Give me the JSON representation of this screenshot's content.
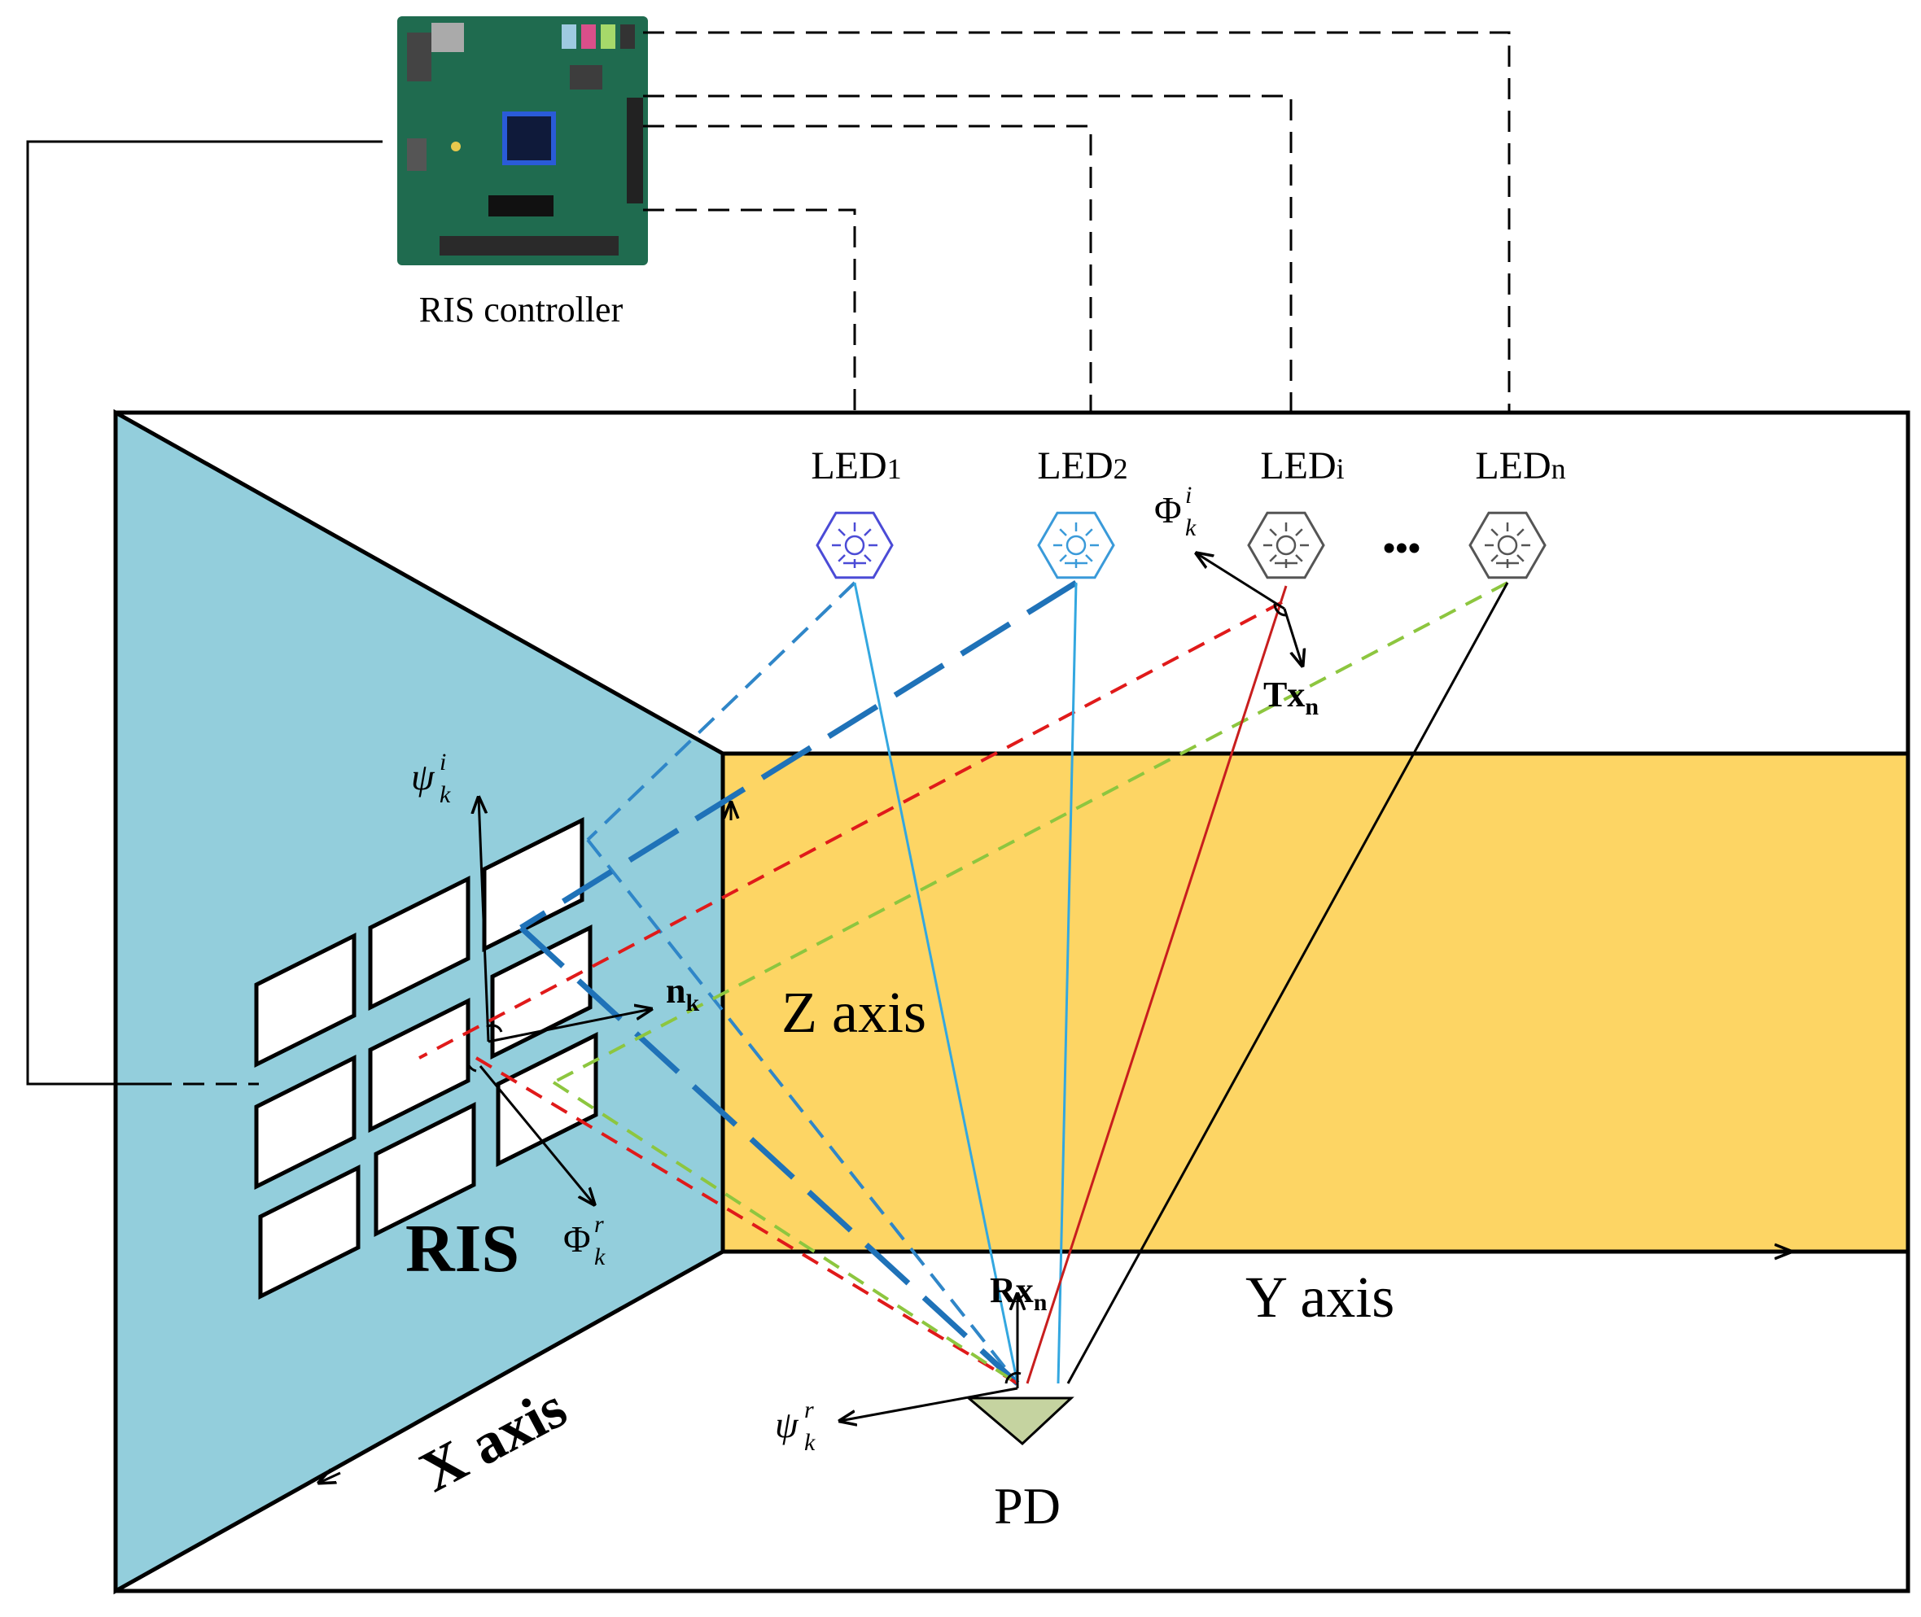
{
  "labels": {
    "controller": "RIS controller",
    "ris": "RIS",
    "z_axis": "Z axis",
    "y_axis": "Y axis",
    "x_axis": "X axis",
    "pd": "PD",
    "n_k": "n",
    "n_k_sub": "k",
    "tx_n": "Tx",
    "tx_n_sub": "n",
    "rx_n": "Rx",
    "rx_n_sub": "n",
    "psi": "ψ",
    "phi": "Φ",
    "sub_k": "k",
    "sup_i": "i",
    "sup_r": "r",
    "ellipsis": "•••"
  },
  "leds": [
    {
      "name": "LED",
      "index": "1",
      "color": "#4b4bd6"
    },
    {
      "name": "LED",
      "index": "2",
      "color": "#3a9ad9"
    },
    {
      "name": "LED",
      "index": "i",
      "color": "#555555"
    },
    {
      "name": "LED",
      "index": "n",
      "color": "#555555"
    }
  ],
  "colors": {
    "ris_wall": "#93cedc",
    "floor_band": "#fdd564",
    "pd_fill": "#c5d3a0",
    "ray_blue": "#2f86c8",
    "ray_light_blue": "#33a7e0",
    "ray_red": "#e01a1a",
    "ray_green": "#8dc63f",
    "board_green": "#1f6b4f"
  },
  "icons": {
    "led": "led-hexagon-icon",
    "board": "fpga-board-icon",
    "pd": "photodetector-icon"
  }
}
